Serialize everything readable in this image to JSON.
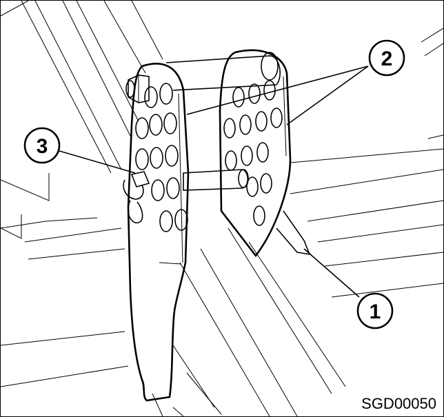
{
  "callouts": [
    {
      "id": "1",
      "label": "1"
    },
    {
      "id": "2",
      "label": "2"
    },
    {
      "id": "3",
      "label": "3"
    }
  ],
  "figure_code": "SGD00050"
}
